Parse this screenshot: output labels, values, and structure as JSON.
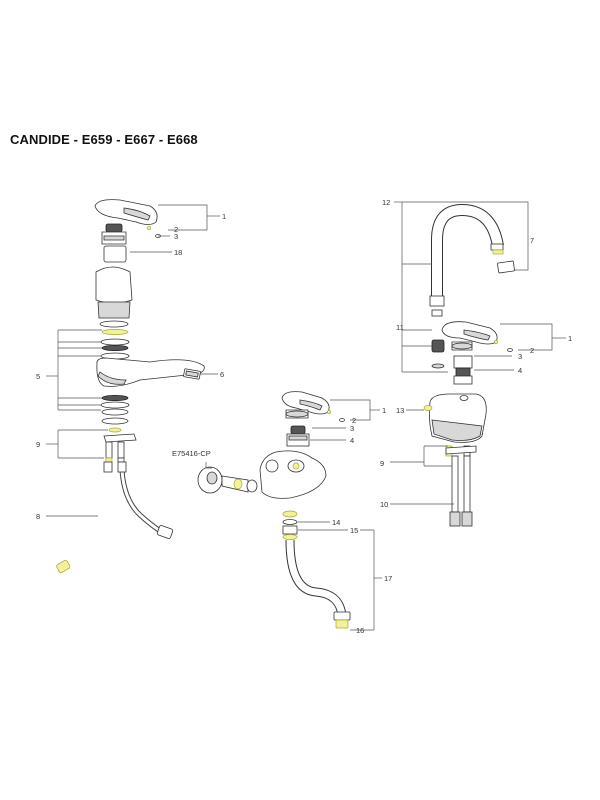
{
  "title": "CANDIDE - E659 - E667 - E668",
  "labels": {
    "a1": "1",
    "a2": "2",
    "a3": "3",
    "a18": "18",
    "a5": "5",
    "a6": "6",
    "a9": "9",
    "a8": "8",
    "c1": "1",
    "c2": "2",
    "c3": "3",
    "c4": "4",
    "cmodel": "E75416-CP",
    "c14": "14",
    "c15": "15",
    "c17": "17",
    "c16": "16",
    "b12": "12",
    "b7": "7",
    "b11": "11",
    "b1": "1",
    "b2": "2",
    "b3": "3",
    "b4": "4",
    "b13": "13",
    "b9": "9",
    "b10": "10"
  },
  "colors": {
    "line": "#555555",
    "part_fill": "#ffffff",
    "shade": "#d8d8d8",
    "seal_highlight": "#f2f29a"
  }
}
